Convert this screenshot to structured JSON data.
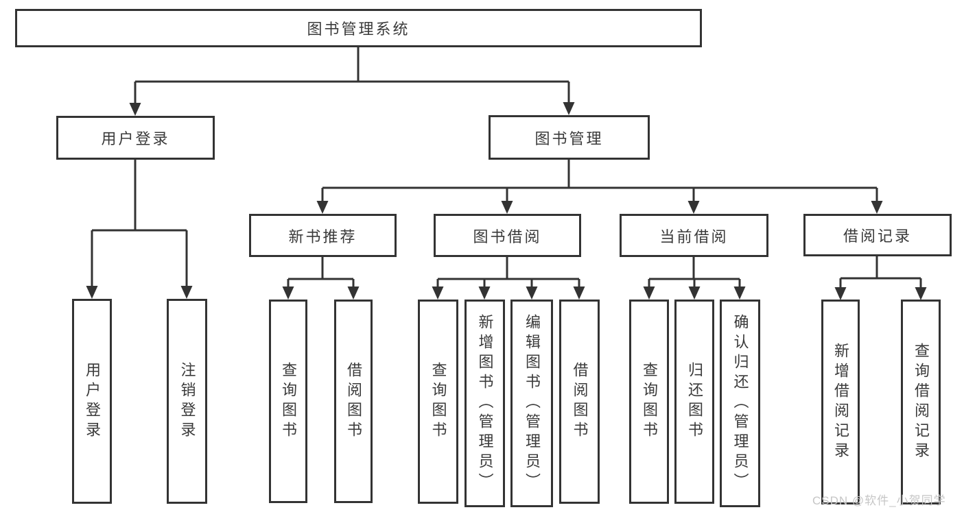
{
  "diagram": {
    "title": "图书管理系统",
    "branches": [
      {
        "label": "用户登录",
        "children": [
          {
            "label": "用户登录"
          },
          {
            "label": "注销登录"
          }
        ]
      },
      {
        "label": "图书管理",
        "children": [
          {
            "label": "新书推荐",
            "children": [
              {
                "label": "查询图书"
              },
              {
                "label": "借阅图书"
              }
            ]
          },
          {
            "label": "图书借阅",
            "children": [
              {
                "label": "查询图书"
              },
              {
                "label": "新增图书（管理员）"
              },
              {
                "label": "编辑图书（管理员）"
              },
              {
                "label": "借阅图书"
              }
            ]
          },
          {
            "label": "当前借阅",
            "children": [
              {
                "label": "查询图书"
              },
              {
                "label": "归还图书"
              },
              {
                "label": "确认归还（管理员）"
              }
            ]
          },
          {
            "label": "借阅记录",
            "children": [
              {
                "label": "新增借阅记录"
              },
              {
                "label": "查询借阅记录"
              }
            ]
          }
        ]
      }
    ]
  },
  "watermark": {
    "text": "CSDN @软件_小贺同学"
  },
  "colors": {
    "line": "#333333",
    "text": "#3a3a3a",
    "background": "#ffffff",
    "watermark": "#c6c6c6"
  }
}
